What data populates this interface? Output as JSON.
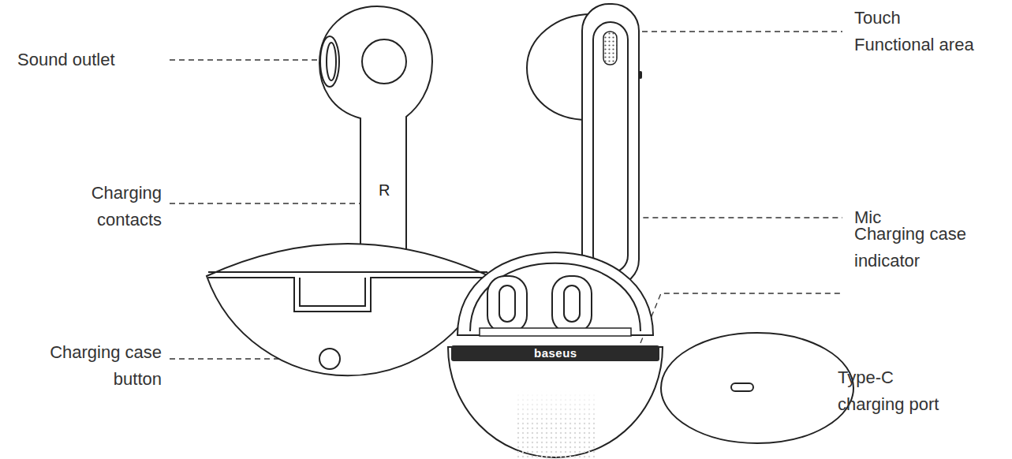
{
  "diagram": {
    "labels": [
      "Sound outlet",
      "Touch Functional area",
      "Charging contacts",
      "Mic",
      "Charging case indicator",
      "Charging case button",
      "Type-C charging port",
      "R",
      "baseus"
    ]
  }
}
